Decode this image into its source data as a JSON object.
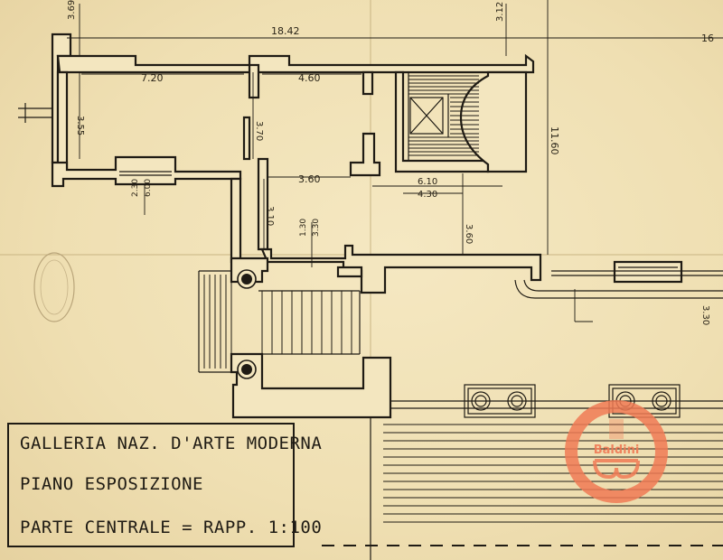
{
  "dimensions": {
    "d369": "3.69",
    "d1842": "18.42",
    "d312": "3.12",
    "d16": "16",
    "d720": "7.20",
    "d460": "4.60",
    "d355": "3.55",
    "d370a": "3.70",
    "d1160": "11.60",
    "d360a": "3.60",
    "d610": "6.10",
    "d430": "4.30",
    "d230": "2.30",
    "d600": "6.00",
    "d310": "3.10",
    "d130": "1.30",
    "d330": "3.30",
    "d360b": "3.60",
    "d330b": "3.30"
  },
  "title_block": {
    "line1": "GALLERIA NAZ. D'ARTE MODERNA",
    "line2": "PIANO ESPOSIZIONE",
    "line3": "PARTE CENTRALE = RAPP. 1:100"
  },
  "watermark": {
    "brand": "Baldini",
    "accent_color": "#f07a55"
  },
  "colors": {
    "paper": "#efdfb2",
    "ink": "#1f1b14"
  }
}
